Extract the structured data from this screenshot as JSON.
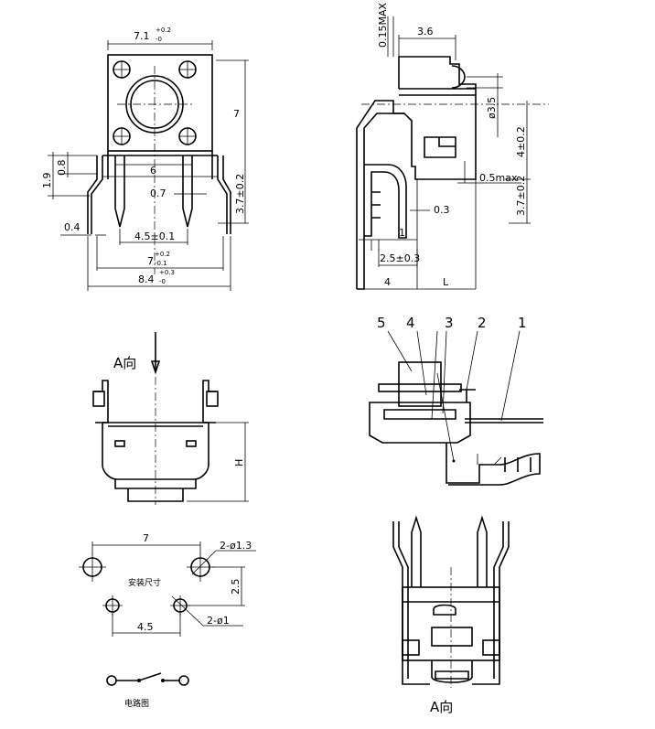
{
  "top_view": {
    "dim_width": "7.1",
    "dim_width_tol_upper": "+0.2",
    "dim_width_tol_lower": "-0",
    "dim_height": "7",
    "dim_lead_width": "6",
    "dim_lead_thickness": "0.7",
    "dim_pitch": "4.5±0.1",
    "dim_inner": "7",
    "dim_inner_tol_upper": "+0.2",
    "dim_inner_tol_lower": "-0.1",
    "dim_outer": "8.4",
    "dim_outer_tol_upper": "+0.3",
    "dim_outer_tol_lower": "-0",
    "dim_left_19": "1.9",
    "dim_left_08": "0.8",
    "dim_left_04": "0.4",
    "dim_lead_length": "3.7±0.2"
  },
  "side_view": {
    "dim_015max": "0.15MAX",
    "dim_36": "3.6",
    "dim_dia": "ø3.5",
    "dim_4": "4±0.2",
    "dim_05max": "0.5max",
    "dim_37": "3.7±0.2",
    "dim_03": "0.3",
    "dim_1": "1",
    "dim_25": "2.5±0.3",
    "dim_base": "4",
    "dim_L": "L"
  },
  "front_view": {
    "direction_label": "A向",
    "dim_H": "H"
  },
  "section_view": {
    "callouts": [
      "5",
      "4",
      "3",
      "2",
      "1"
    ]
  },
  "footprint": {
    "dim_7": "7",
    "hole_large": "2-ø1.3",
    "mount_label": "安装尺寸",
    "dim_25": "2.5",
    "dim_45": "4.5",
    "hole_small": "2-ø1",
    "circuit_label": "电路图"
  },
  "bottom_view": {
    "direction_label": "A向"
  }
}
